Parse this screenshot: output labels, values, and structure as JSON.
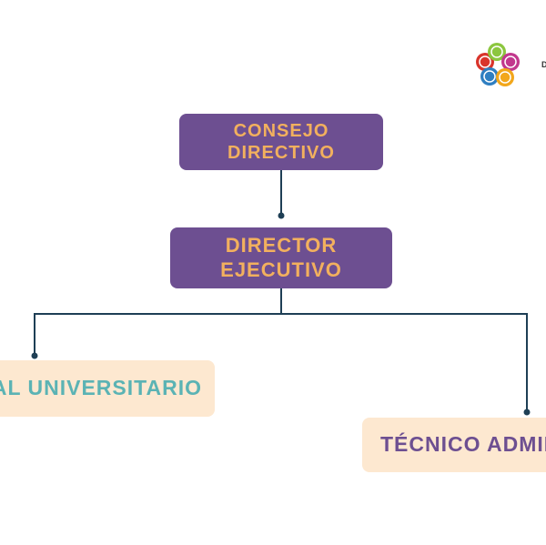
{
  "org_chart": {
    "consejo": "CONSEJO DIRECTIVO",
    "director": "DIRECTOR EJECUTIVO",
    "personal": "PERSONAL UNIVERSITARIO",
    "tecnico": "TÉCNICO ADMINISTRATIVO"
  },
  "logo": {
    "icon": "circles-logo-icon",
    "wordmark": "D"
  },
  "colors": {
    "purple_box": "#6d4f91",
    "orange_text": "#f2b05e",
    "cream_box": "#fde8d0",
    "teal_text": "#5bb3b4",
    "connector": "#1e3f55"
  }
}
